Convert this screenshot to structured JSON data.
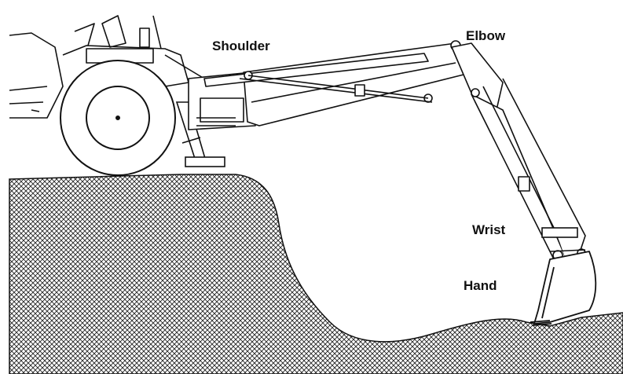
{
  "labels": {
    "shoulder": "Shoulder",
    "elbow": "Elbow",
    "wrist": "Wrist",
    "hand": "Hand"
  },
  "colors": {
    "ink": "#111111",
    "background": "#ffffff"
  }
}
